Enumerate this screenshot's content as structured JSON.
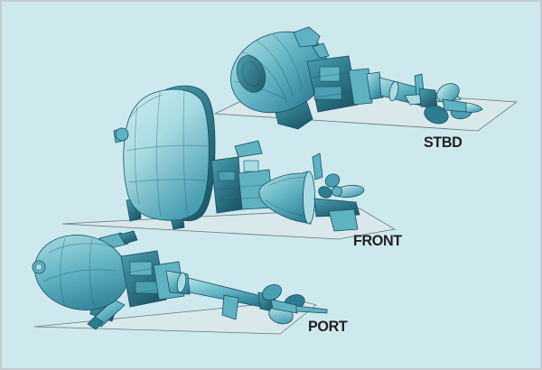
{
  "figure": {
    "views": [
      {
        "id": "stbd",
        "label": "STBD"
      },
      {
        "id": "front",
        "label": "FRONT"
      },
      {
        "id": "port",
        "label": "PORT"
      }
    ],
    "subject": "outboard-motor-3d-views"
  },
  "colors": {
    "background": "#cde9ee",
    "border": "#c2ccd1",
    "label": "#211d1e",
    "body_lighter": "#cdeef0",
    "body_light": "#a9dbe2",
    "body_mid": "#5fb2c2",
    "body_mid2": "#4a9fb2",
    "body_dark": "#2d7c92",
    "body_darker": "#1c5868",
    "outline": "#175061",
    "plane_fill": "#dfe8ea",
    "plane_stroke": "#68787e"
  }
}
